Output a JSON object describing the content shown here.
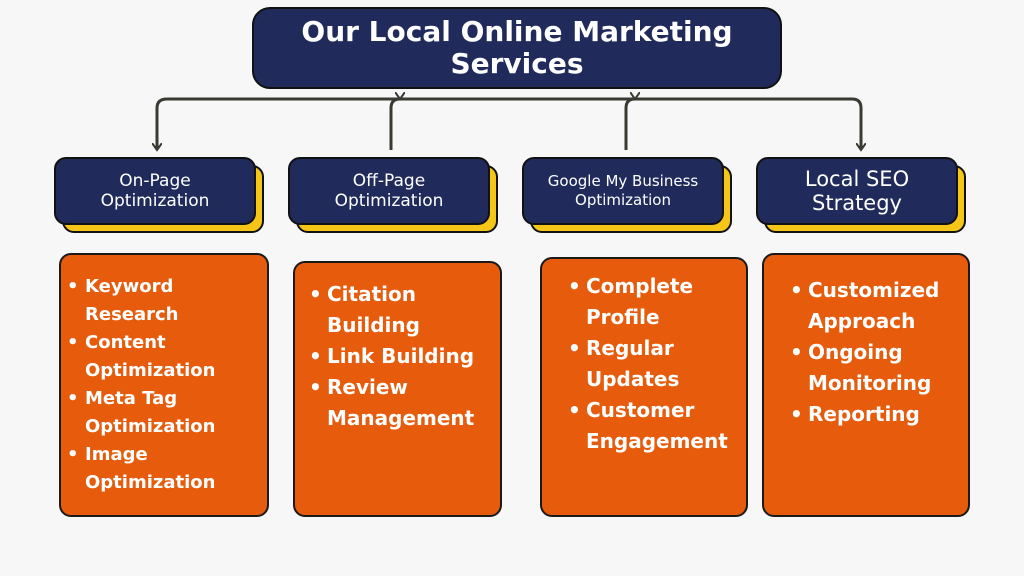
{
  "title": "Our Local Online Marketing\nServices",
  "categories": [
    {
      "label": "On-Page\nOptimization",
      "items": [
        "Keyword\nResearch",
        "Content\nOptimization",
        "Meta Tag\nOptimization",
        "Image\nOptimization"
      ]
    },
    {
      "label": "Off-Page\nOptimization",
      "items": [
        "Citation\nBuilding",
        "Link Building",
        "Review\nManagement"
      ]
    },
    {
      "label": "Google My Business\nOptimization",
      "items": [
        "Complete\nProfile",
        "Regular\nUpdates",
        "Customer\nEngagement"
      ]
    },
    {
      "label": "Local SEO\nStrategy",
      "items": [
        "Customized\nApproach",
        "Ongoing\nMonitoring",
        "Reporting"
      ]
    }
  ],
  "colors": {
    "navy": "#202b5c",
    "yellow": "#f5c518",
    "orange": "#e65c0c",
    "connector": "#3a3a32"
  }
}
